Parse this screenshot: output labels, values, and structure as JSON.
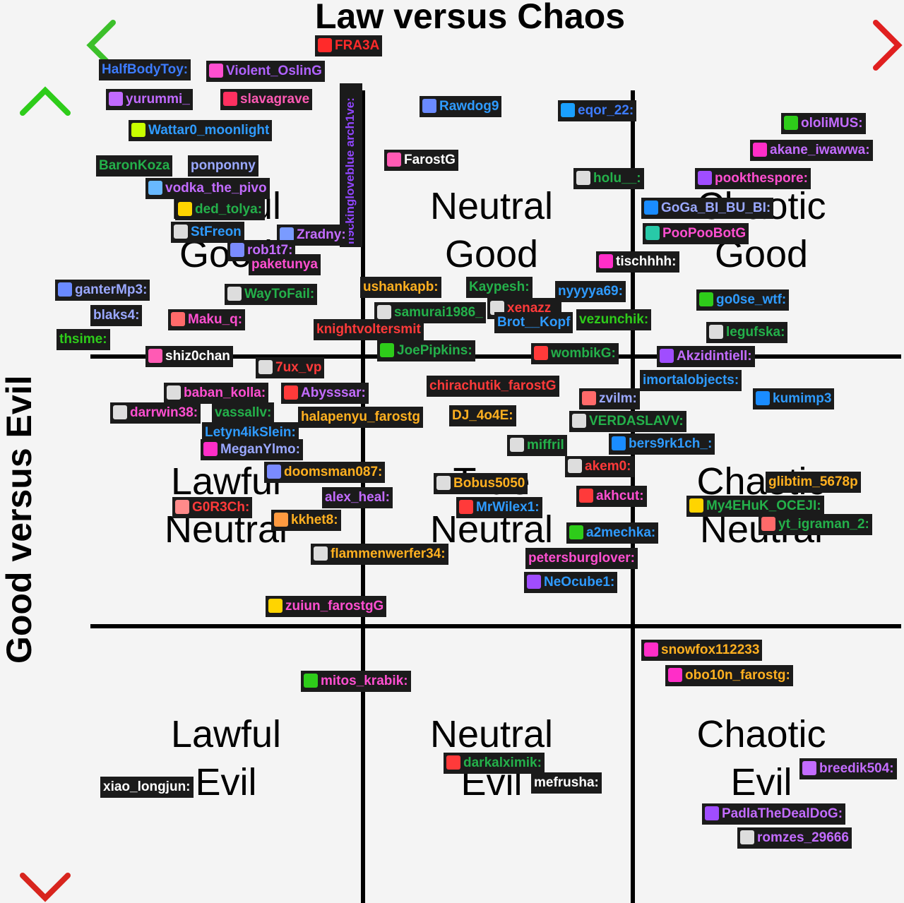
{
  "title_x": "Law versus Chaos",
  "title_y": "Good versus Evil",
  "colors": {
    "good": "#2ecc1a",
    "evil": "#d8251e",
    "law": "#3cc02a",
    "chaos": "#e02020",
    "chip_bg": "#1b1b1b"
  },
  "cells": {
    "lawful_good": {
      "line1": "Lawful",
      "line2": "Good"
    },
    "neutral_good": {
      "line1": "Neutral",
      "line2": "Good"
    },
    "chaotic_good": {
      "line1": "Chaotic",
      "line2": "Good"
    },
    "lawful_neutral": {
      "line1": "Lawful",
      "line2": "Neutral"
    },
    "true_neutral": {
      "line1": "True",
      "line2": "Neutral"
    },
    "chaotic_neutral": {
      "line1": "Chaotic",
      "line2": "Neutral"
    },
    "lawful_evil": {
      "line1": "Lawful",
      "line2": "Evil"
    },
    "neutral_evil": {
      "line1": "Neutral",
      "line2": "Evil"
    },
    "chaotic_evil": {
      "line1": "Chaotic",
      "line2": "Evil"
    }
  },
  "vertical_name": "if9ckingloveblue arch1ve:",
  "names": [
    {
      "text": "FRA3A",
      "color": "#ff2a2a",
      "badge": "#ff2a2a"
    },
    {
      "text": "HalfBodyToy:",
      "color": "#3d7cff",
      "badge": ""
    },
    {
      "text": "Violent_OslinG",
      "color": "#b062ff",
      "badge": "#ff4fd0"
    },
    {
      "text": "yurummi_",
      "color": "#c16aff",
      "badge": "#c16aff"
    },
    {
      "text": "slavagrave",
      "color": "#ff5ab4",
      "badge": "#ff3060"
    },
    {
      "text": "Wattar0_moonlight",
      "color": "#2f9bff",
      "badge": "#c8ff00"
    },
    {
      "text": "BaronKoza",
      "color": "#24b04a",
      "badge": ""
    },
    {
      "text": "ponponny",
      "color": "#9aa8ff",
      "badge": ""
    },
    {
      "text": "vodka_the_pivo",
      "color": "#c36cff",
      "badge": "#68b8ff"
    },
    {
      "text": "ded_tolya:",
      "color": "#24b04a",
      "badge": "#ffd400"
    },
    {
      "text": "StFreon",
      "color": "#2f9bff",
      "badge": "#ddd"
    },
    {
      "text": "Zradny:",
      "color": "#c36cff",
      "badge": "#7a9bff"
    },
    {
      "text": "rob1t7:",
      "color": "#c36cff",
      "badge": "#7a8bff"
    },
    {
      "text": "paketunya",
      "color": "#ff4fd0",
      "badge": ""
    },
    {
      "text": "Rawdog9",
      "color": "#2f9bff",
      "badge": "#6a8aff"
    },
    {
      "text": "eqor_22:",
      "color": "#3d7cff",
      "badge": "#1aa0ff"
    },
    {
      "text": "FarostG",
      "color": "#ffffff",
      "badge": "#ff5ab4"
    },
    {
      "text": "ololiMUS:",
      "color": "#c36cff",
      "badge": "#2ecc1a"
    },
    {
      "text": "akane_iwawwa:",
      "color": "#c36cff",
      "badge": "#ff2ec8"
    },
    {
      "text": "holu__:",
      "color": "#24b04a",
      "badge": "#ddd"
    },
    {
      "text": "pookthespore:",
      "color": "#ff4fd0",
      "badge": "#a04dff"
    },
    {
      "text": "GoGa_BI_BU_BI:",
      "color": "#9aa8ff",
      "badge": "#1a8cff"
    },
    {
      "text": "PooPooBotG",
      "color": "#ff4fd0",
      "badge": "#28c9a8"
    },
    {
      "text": "tischhhh:",
      "color": "#ffffff",
      "badge": "#ff2ec8"
    },
    {
      "text": "ganterMp3:",
      "color": "#9aa8ff",
      "badge": "#6a8aff"
    },
    {
      "text": "WayToFail:",
      "color": "#24b04a",
      "badge": "#ddd"
    },
    {
      "text": "ushankapb:",
      "color": "#ffb020",
      "badge": ""
    },
    {
      "text": "Kaypesh:",
      "color": "#24b04a",
      "badge": ""
    },
    {
      "text": "xenazz_",
      "color": "#ff3a3a",
      "badge": "#ddd"
    },
    {
      "text": "nyyyya69:",
      "color": "#2f9bff",
      "badge": ""
    },
    {
      "text": "go0se_wtf:",
      "color": "#2f9bff",
      "badge": "#2ecc1a"
    },
    {
      "text": "blaks4:",
      "color": "#9aa8ff",
      "badge": ""
    },
    {
      "text": "Maku_q:",
      "color": "#ff4fd0",
      "badge": "#ff6a6a"
    },
    {
      "text": "samurai1986_",
      "color": "#24b04a",
      "badge": "#ddd"
    },
    {
      "text": "knightvoltersmit",
      "color": "#ff3a3a",
      "badge": ""
    },
    {
      "text": "Brot__Kopf",
      "color": "#2f9bff",
      "badge": ""
    },
    {
      "text": "vezunchik:",
      "color": "#2ecc1a",
      "badge": ""
    },
    {
      "text": "legufska:",
      "color": "#24b04a",
      "badge": "#ddd"
    },
    {
      "text": "thsime:",
      "color": "#2ecc1a",
      "badge": ""
    },
    {
      "text": "shiz0chan",
      "color": "#ffffff",
      "badge": "#ff5ab4"
    },
    {
      "text": "7ux_vp",
      "color": "#ff3a3a",
      "badge": "#ddd"
    },
    {
      "text": "JoePipkins:",
      "color": "#24b04a",
      "badge": "#2ecc1a"
    },
    {
      "text": "wombikG:",
      "color": "#24b04a",
      "badge": "#ff3a3a"
    },
    {
      "text": "Akzidintiell:",
      "color": "#c36cff",
      "badge": "#a04dff"
    },
    {
      "text": "baban_kolla:",
      "color": "#ff4fd0",
      "badge": "#ddd"
    },
    {
      "text": "Abysssar:",
      "color": "#c36cff",
      "badge": "#ff3a3a"
    },
    {
      "text": "chirachutik_farostG",
      "color": "#ff3a3a",
      "badge": ""
    },
    {
      "text": "imortalobjects:",
      "color": "#2f9bff",
      "badge": ""
    },
    {
      "text": "kumimp3",
      "color": "#2f9bff",
      "badge": "#1a8cff"
    },
    {
      "text": "darrwin38:",
      "color": "#ff4fd0",
      "badge": "#ddd"
    },
    {
      "text": "vassallv:",
      "color": "#24b04a",
      "badge": ""
    },
    {
      "text": "halapenyu_farostg",
      "color": "#ffb020",
      "badge": ""
    },
    {
      "text": "zvilm:",
      "color": "#9aa8ff",
      "badge": "#ff6a6a"
    },
    {
      "text": "DJ_4o4E:",
      "color": "#ffb020",
      "badge": ""
    },
    {
      "text": "VERDASLAVV:",
      "color": "#24b04a",
      "badge": "#ddd"
    },
    {
      "text": "Letyn4ikSlein:",
      "color": "#2f9bff",
      "badge": ""
    },
    {
      "text": "MeganYlmo:",
      "color": "#9aa8ff",
      "badge": "#ff2ec8"
    },
    {
      "text": "miffril",
      "color": "#24b04a",
      "badge": "#ddd"
    },
    {
      "text": "bers9rk1ch_:",
      "color": "#2f9bff",
      "badge": "#1a8cff"
    },
    {
      "text": "doomsman087:",
      "color": "#ffb020",
      "badge": "#7a8bff"
    },
    {
      "text": "akem0:",
      "color": "#ff3a3a",
      "badge": "#ddd"
    },
    {
      "text": "Bobus5050",
      "color": "#ffb020",
      "badge": "#ddd"
    },
    {
      "text": "glibtim_5678p",
      "color": "#ffb020",
      "badge": ""
    },
    {
      "text": "G0R3Ch:",
      "color": "#ff3a3a",
      "badge": "#ff8a8a"
    },
    {
      "text": "alex_heal:",
      "color": "#c36cff",
      "badge": ""
    },
    {
      "text": "MrWilex1:",
      "color": "#2f9bff",
      "badge": "#ff3a3a"
    },
    {
      "text": "akhcut:",
      "color": "#ff4fd0",
      "badge": "#ff3a3a"
    },
    {
      "text": "My4EHuK_OCEJI:",
      "color": "#24b04a",
      "badge": "#ffd400"
    },
    {
      "text": "yt_igraman_2:",
      "color": "#24b04a",
      "badge": "#ff6a6a"
    },
    {
      "text": "kkhet8:",
      "color": "#ffb020",
      "badge": "#ff9a40"
    },
    {
      "text": "a2mechka:",
      "color": "#2f9bff",
      "badge": "#2ecc1a"
    },
    {
      "text": "flammenwerfer34:",
      "color": "#ffb020",
      "badge": "#ddd"
    },
    {
      "text": "petersburglover:",
      "color": "#ff4fd0",
      "badge": ""
    },
    {
      "text": "NeOcube1:",
      "color": "#2f9bff",
      "badge": "#a04dff"
    },
    {
      "text": "zuiun_farostgG",
      "color": "#ff4fd0",
      "badge": "#ffd400"
    },
    {
      "text": "snowfox112233",
      "color": "#ffb020",
      "badge": "#ff2ec8"
    },
    {
      "text": "obo10n_farostg:",
      "color": "#ffb020",
      "badge": "#ff2ec8"
    },
    {
      "text": "mitos_krabik:",
      "color": "#ff4fd0",
      "badge": "#2ecc1a"
    },
    {
      "text": "darkalximik:",
      "color": "#24b04a",
      "badge": "#ff3a3a"
    },
    {
      "text": "mefrusha:",
      "color": "#ffffff",
      "badge": ""
    },
    {
      "text": "breedik504:",
      "color": "#c36cff",
      "badge": "#c36cff"
    },
    {
      "text": "xiao_longjun:",
      "color": "#ffffff",
      "badge": ""
    },
    {
      "text": "PadlaTheDealDoG:",
      "color": "#c36cff",
      "badge": "#a04dff"
    },
    {
      "text": "romzes_29666",
      "color": "#c36cff",
      "badge": "#ddd"
    }
  ]
}
